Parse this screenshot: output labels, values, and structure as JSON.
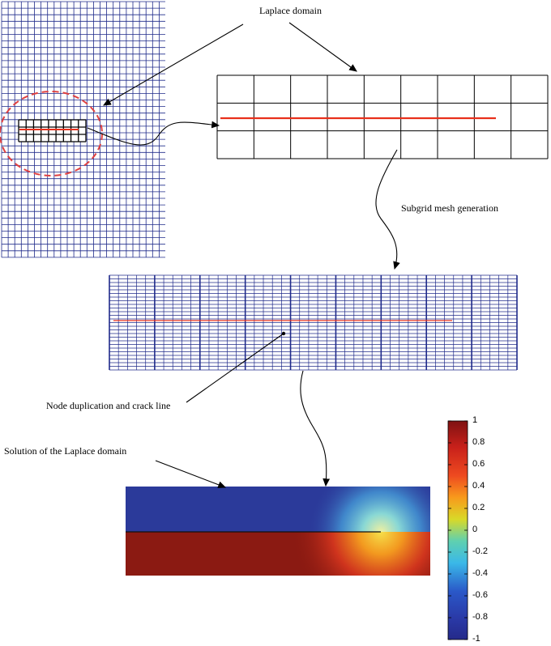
{
  "labels": {
    "laplace_domain": "Laplace domain",
    "subgrid": "Subgrid mesh generation",
    "node_dup": "Node duplication and crack line",
    "solution": "Solution of the Laplace domain"
  },
  "colorbar": {
    "ticks": [
      "1",
      "0.8",
      "0.6",
      "0.4",
      "0.2",
      "0",
      "-0.2",
      "-0.4",
      "-0.6",
      "-0.8",
      "-1"
    ],
    "min": -1,
    "max": 1
  },
  "colors": {
    "mesh_blue": "#1f2a8a",
    "crack_red": "#e8301c",
    "highlight_red": "#e04040",
    "field_blue": "#2b3a9a",
    "field_red": "#8b1a12"
  },
  "mesh": {
    "coarse_cols": 9,
    "coarse_rows": 3,
    "subgrid_factor": 5
  }
}
